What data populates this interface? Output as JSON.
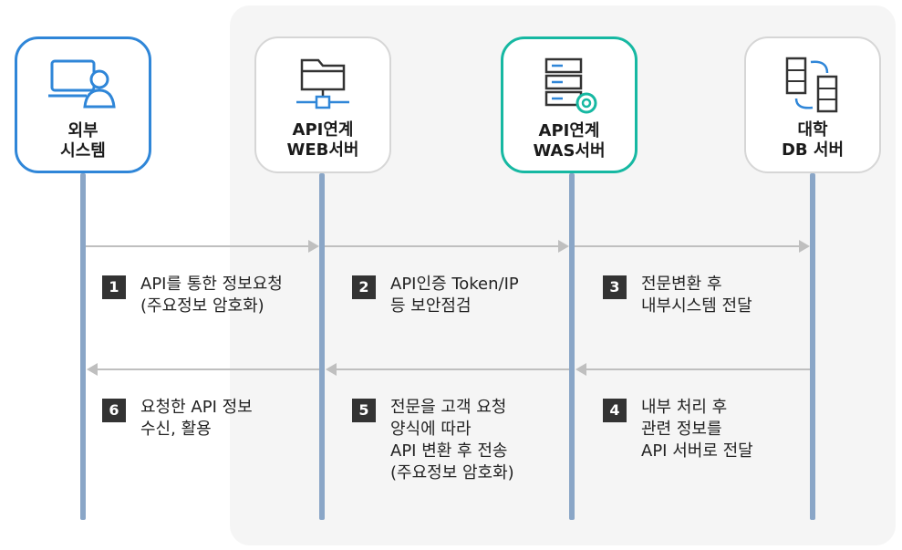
{
  "nodes": [
    {
      "line1": "외부",
      "line2": "시스템"
    },
    {
      "line1": "API연계",
      "line2": "WEB서버"
    },
    {
      "line1": "API연계",
      "line2": "WAS서버"
    },
    {
      "line1": "대학",
      "line2": "DB 서버"
    }
  ],
  "steps": [
    {
      "num": "1",
      "lines": [
        "API를 통한 정보요청",
        "(주요정보 암호화)"
      ]
    },
    {
      "num": "2",
      "lines": [
        "API인증 Token/IP",
        "등 보안점검"
      ]
    },
    {
      "num": "3",
      "lines": [
        "전문변환 후",
        "내부시스템 전달"
      ]
    },
    {
      "num": "4",
      "lines": [
        "내부 처리 후",
        "관련 정보를",
        "API 서버로 전달"
      ]
    },
    {
      "num": "5",
      "lines": [
        "전문을 고객 요청",
        "양식에 따라",
        "API 변환 후 전송",
        "(주요정보 암호화)"
      ]
    },
    {
      "num": "6",
      "lines": [
        "요청한 API 정보",
        "수신, 활용"
      ]
    }
  ],
  "colors": {
    "external_border": "#2f86d8",
    "was_border": "#16b8a2",
    "lifeline": "#8aa6c7",
    "arrow": "#bfbfbf",
    "panel": "#f5f5f5"
  }
}
